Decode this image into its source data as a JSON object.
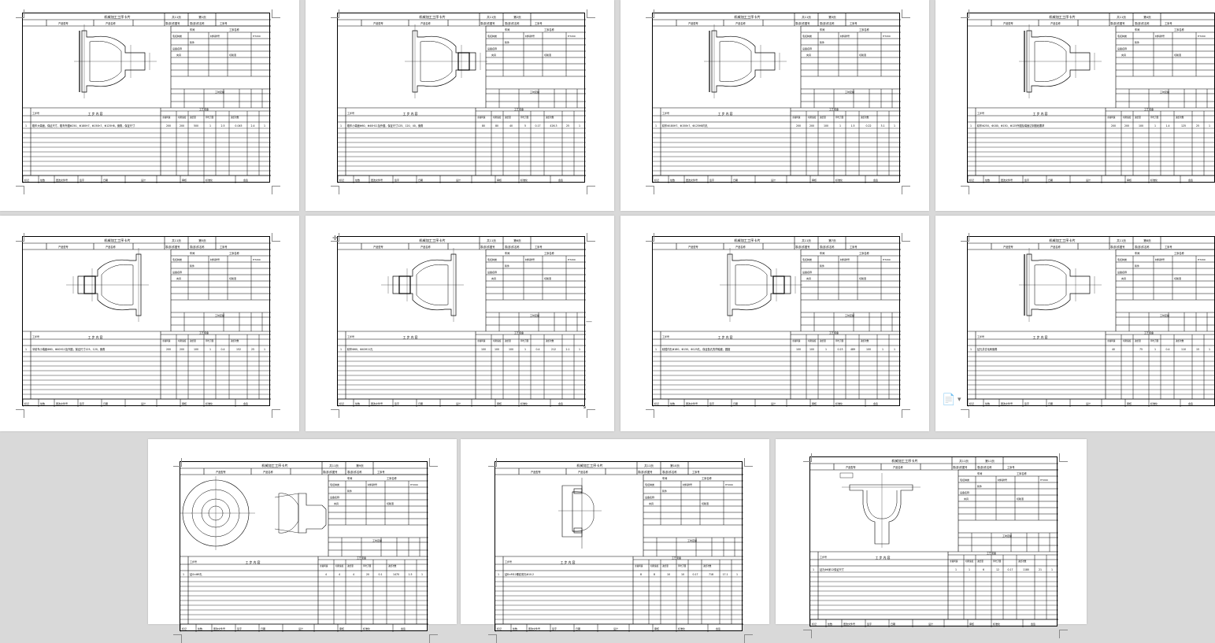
{
  "sheet": {
    "title": "机械加工工序卡片",
    "sheet_total": "共11页",
    "product_model": "产品型号",
    "product_name": "产品名称",
    "part_drawing_no": "零(部)件图号",
    "part_name": "零(部)件名称",
    "workshop": "车间",
    "process_no": "工序号",
    "process_name": "工序名称",
    "material": "材料牌号",
    "material_value": "HT200",
    "blank_type": "毛坯种类",
    "blank_value": "铸件",
    "equipment_name": "设备名称",
    "fixture": "夹具",
    "coolant": "切削液",
    "step_no": "工步号",
    "step_content": "工 步 内 容",
    "process_equipment": "工艺装备",
    "spindle_speed": "主轴转速",
    "cutting_speed": "切削速度",
    "feed": "进给量",
    "depth": "背吃刀量",
    "passes": "进给次数",
    "time_quota": "工时定额",
    "design": "设计",
    "review": "审核",
    "standardize": "标准化",
    "approve": "会签",
    "mark": "标记",
    "count": "处数",
    "change_doc": "更改文件号",
    "signature": "签字",
    "date": "日期"
  },
  "pages": [
    {
      "page_no": "第1页",
      "step": "粗车大端面，保证尺寸，粗车外圆Φ250、Φ180H7、Φ150h7、Φ125H8，倒角，保证尺寸",
      "row": [
        "200",
        "200",
        "500",
        "1",
        "2.5",
        "0.045",
        "2.4",
        "1"
      ]
    },
    {
      "page_no": "第2页",
      "step": "粗车小端面Φ60、Φ40H11及外圆，保证尺寸125、120、40，倒角",
      "row": [
        "80",
        "80",
        "40",
        "5",
        "0.17",
        "426.3",
        "25",
        "1"
      ]
    },
    {
      "page_no": "第3页",
      "step": "精车Φ180H7、Φ150h7、Φ125H8内孔",
      "row": [
        "200",
        "200",
        "100",
        "1",
        "1.5",
        "0.22",
        "3.1",
        "1"
      ]
    },
    {
      "page_no": "第4页",
      "step": "精车Φ250、Φ180、Φ150、Φ125外圆及端面达到图纸要求",
      "row": [
        "200",
        "200",
        "100",
        "1",
        "1.4",
        "125",
        "25",
        "1"
      ]
    },
    {
      "page_no": "第5页",
      "step": "半精车小端面Φ60、Φ40H11及外圆，保证尺寸125、120，倒角",
      "row": [
        "200",
        "200",
        "100",
        "1",
        "0.4",
        "152",
        "25",
        "1"
      ]
    },
    {
      "page_no": "第6页",
      "step": "精车Φ60、Φ40H11孔",
      "row": [
        "100",
        "100",
        "100",
        "1",
        "0.4",
        "212",
        "2.1",
        "1"
      ]
    },
    {
      "page_no": "第7页",
      "step": "精镗内孔Φ180、Φ150、Φ125孔，保证各孔的同轴度、圆度",
      "row": [
        "100",
        "100",
        "1",
        "0.23",
        "489",
        "100",
        "1",
        "1"
      ]
    },
    {
      "page_no": "第8页",
      "step": "钻孔并去毛刺倒角",
      "row": [
        "40",
        "",
        "75",
        "1",
        "0.4",
        "110",
        "15",
        "1"
      ]
    },
    {
      "page_no": "第9页",
      "step": "钻4×Φ9孔",
      "row": [
        "4",
        "4",
        "4",
        "20",
        "0.1",
        "1470",
        "1.5",
        "1"
      ]
    },
    {
      "page_no": "第10页",
      "step": "钻8×M12螺纹底孔Φ10.2",
      "row": [
        "8",
        "8",
        "10",
        "10",
        "0.17",
        "718",
        "17.1",
        "1"
      ]
    },
    {
      "page_no": "第11页",
      "step": "钻孔Φ6深12保证尺寸",
      "row": [
        "1",
        "1",
        "6",
        "12",
        "0.17",
        "1180",
        "21",
        "1"
      ]
    }
  ]
}
